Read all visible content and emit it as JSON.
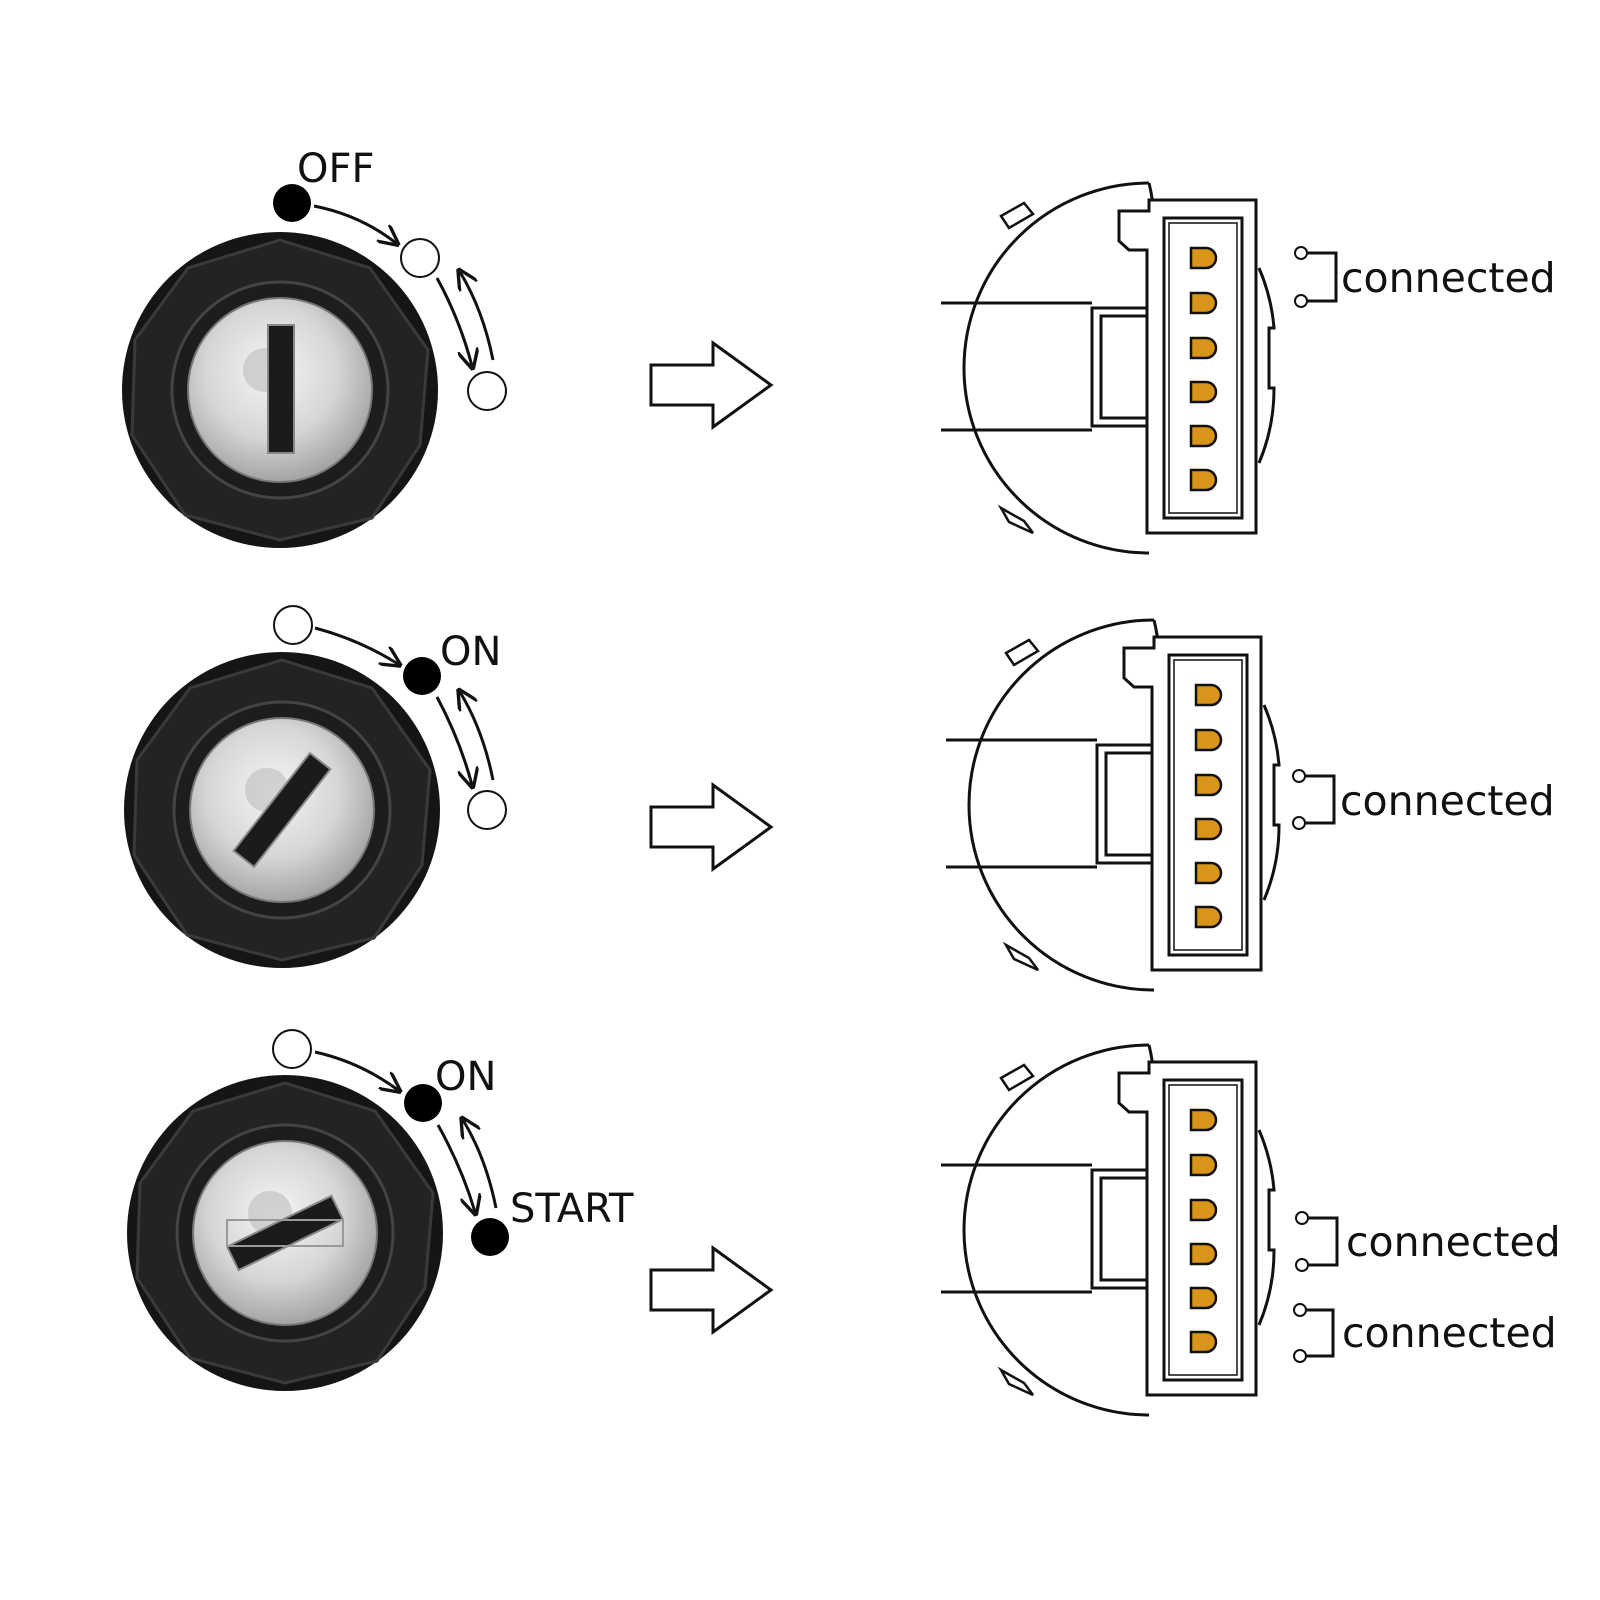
{
  "rows": [
    {
      "position_label": "OFF",
      "connections": [
        {
          "label": "connected"
        }
      ]
    },
    {
      "position_label": "ON",
      "connections": [
        {
          "label": "connected"
        }
      ]
    },
    {
      "position_label": "ON",
      "extra_label": "START",
      "connections": [
        {
          "label": "connected"
        },
        {
          "label": "connected"
        }
      ]
    }
  ],
  "colors": {
    "knob_body": "#1a1a1a",
    "knob_ring": "#2b2b2b",
    "key_face": "#d9d9d9",
    "pin": "#d9951a",
    "line": "#111111"
  },
  "icons": [
    "ignition-knob-icon",
    "arrow-right-icon",
    "connector-circle-icon"
  ]
}
